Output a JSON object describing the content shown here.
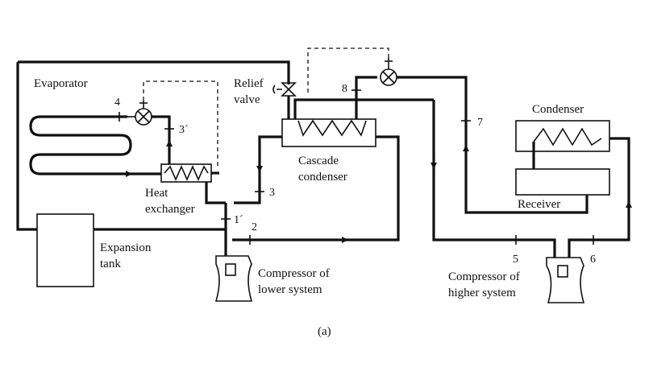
{
  "labels": {
    "evaporator": "Evaporator",
    "relief_valve_line1": "Relief",
    "relief_valve_line2": "valve",
    "cascade_condenser_line1": "Cascade",
    "cascade_condenser_line2": "condenser",
    "heat_exchanger_line1": "Heat",
    "heat_exchanger_line2": "exchanger",
    "expansion_tank_line1": "Expansion",
    "expansion_tank_line2": "tank",
    "compressor_lower_line1": "Compressor of",
    "compressor_lower_line2": "lower system",
    "compressor_higher_line1": "Compressor of",
    "compressor_higher_line2": "higher system",
    "condenser": "Condenser",
    "receiver": "Receiver",
    "caption": "(a)"
  },
  "state_points": {
    "p1p": "1´",
    "p2": "2",
    "p3": "3",
    "p3p": "3´",
    "p4": "4",
    "p5": "5",
    "p6": "6",
    "p7": "7",
    "p8": "8"
  }
}
